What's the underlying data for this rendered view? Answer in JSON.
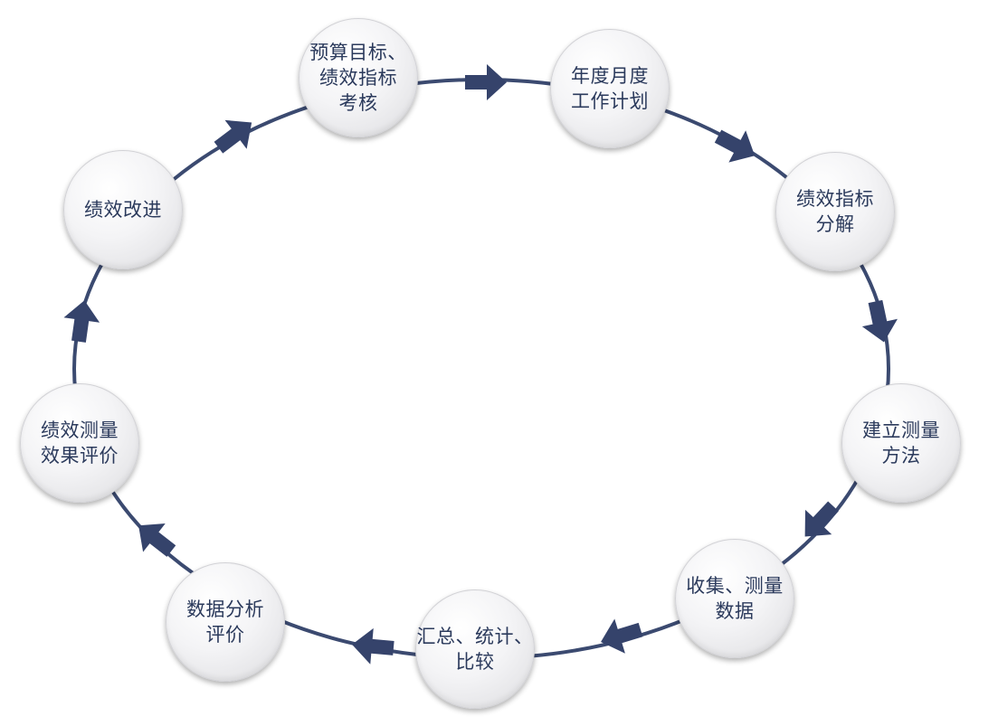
{
  "diagram": {
    "colors": {
      "ring": "#3b4a70",
      "arrow": "#35436b",
      "label": "#2b3a5c"
    },
    "nodes": [
      {
        "id": "budget-targets",
        "label": "预算目标、\n绩效指标\n考核"
      },
      {
        "id": "annual-plan",
        "label": "年度月度\n工作计划"
      },
      {
        "id": "kpi-breakdown",
        "label": "绩效指标\n分解"
      },
      {
        "id": "measure-method",
        "label": "建立测量\n方法"
      },
      {
        "id": "collect-data",
        "label": "收集、测量\n数据"
      },
      {
        "id": "summarize",
        "label": "汇总、统计、\n比较"
      },
      {
        "id": "analysis",
        "label": "数据分析\n评价"
      },
      {
        "id": "evaluation",
        "label": "绩效测量\n效果评价"
      },
      {
        "id": "improvement",
        "label": "绩效改进"
      }
    ],
    "flow": "clockwise"
  }
}
